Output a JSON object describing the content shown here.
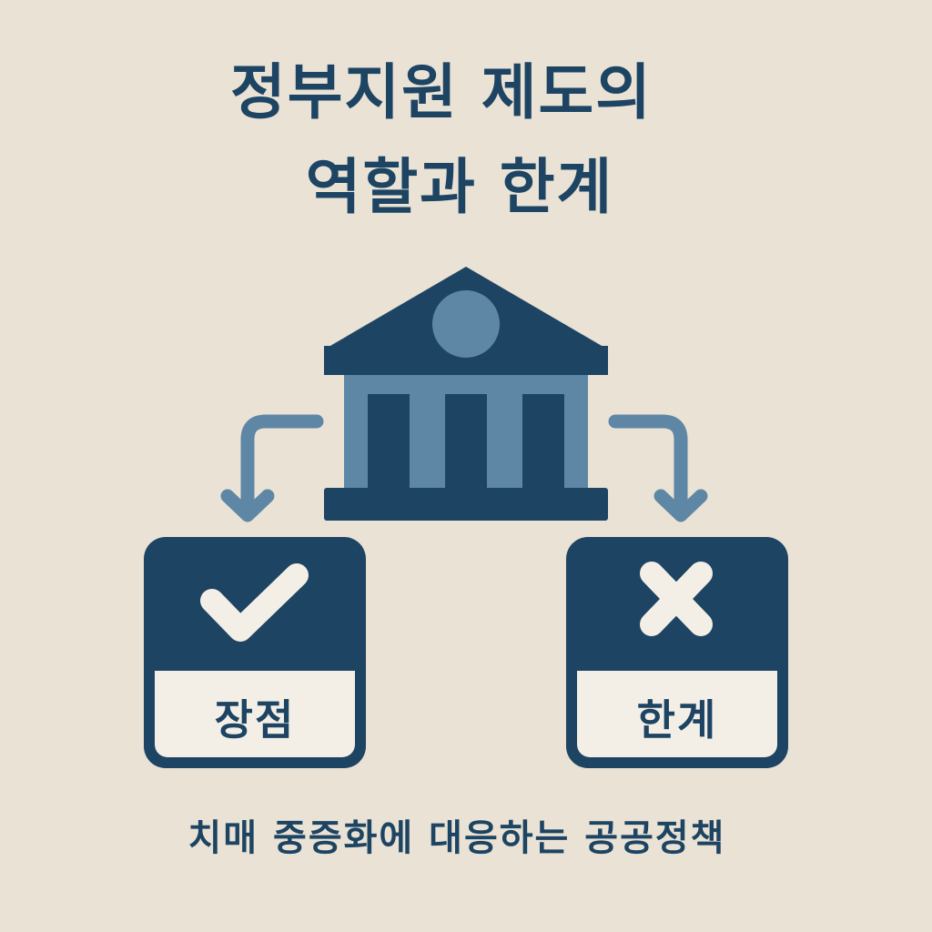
{
  "title": {
    "line1": "정부지원 제도의",
    "line2": "역할과 한계"
  },
  "icons": {
    "center": "government-building-icon",
    "left_box": "checkmark-icon",
    "right_box": "x-mark-icon"
  },
  "boxes": {
    "left_label": "장점",
    "right_label": "한계"
  },
  "footer": "치매 중증화에 대응하는 공공정책",
  "colors": {
    "background": "#e9e2d5",
    "navy": "#1d4462",
    "steel_blue": "#5e87a6",
    "box_fill": "#f4efe6"
  }
}
